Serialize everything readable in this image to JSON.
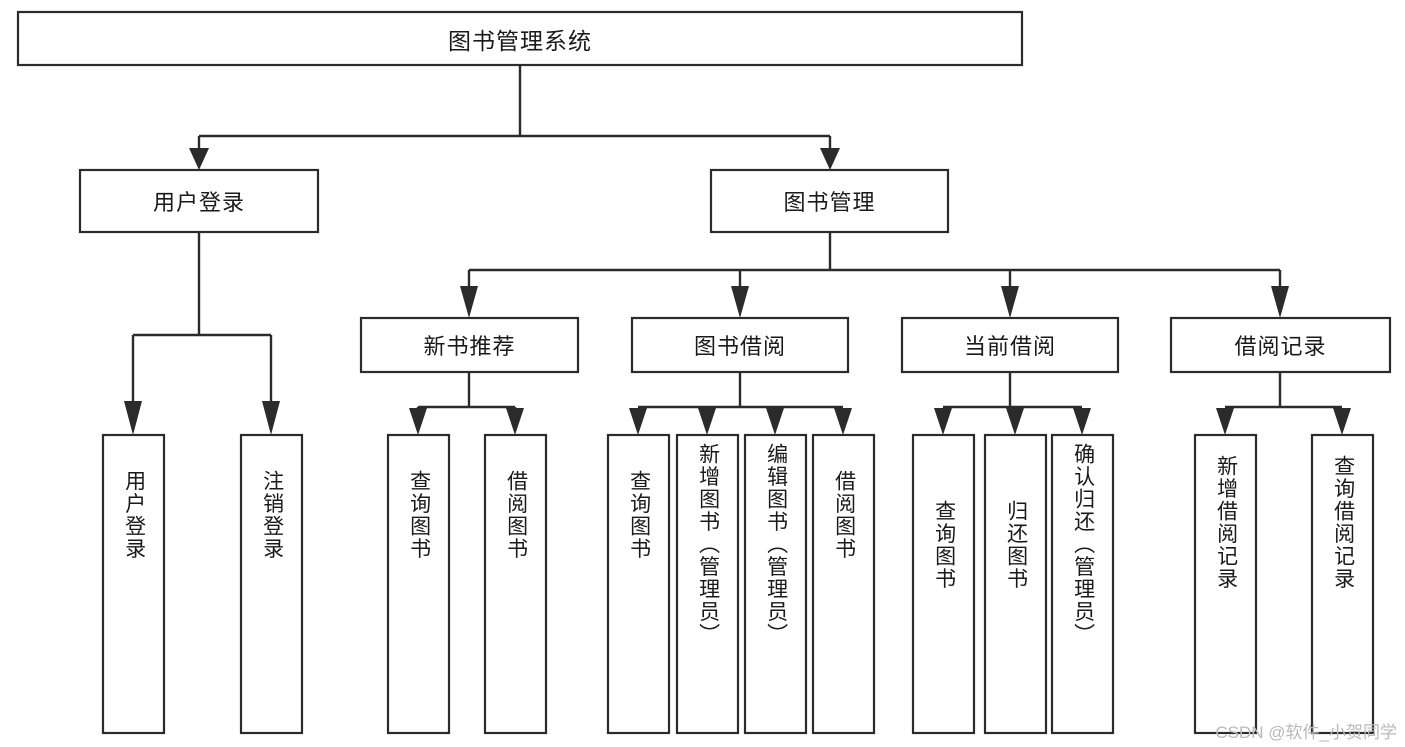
{
  "meta": {
    "title": "图书管理系统 功能结构图",
    "watermark": "CSDN @软件_小贺同学",
    "colors": {
      "stroke": "#2b2b2b",
      "box_fill": "#ffffff",
      "text": "#1a1a1a",
      "background": "#ffffff",
      "watermark": "#b9b9b9"
    }
  },
  "chart_data": {
    "type": "diagram",
    "diagram_kind": "tree-hierarchy",
    "title": "图书管理系统",
    "orientation": "top-down",
    "levels": 4,
    "nodes": [
      {
        "id": "root",
        "label": "图书管理系统",
        "level": 0,
        "parent": null
      },
      {
        "id": "login",
        "label": "用户登录",
        "level": 1,
        "parent": "root"
      },
      {
        "id": "bookmgmt",
        "label": "图书管理",
        "level": 1,
        "parent": "root"
      },
      {
        "id": "login-user",
        "label": "用户登录",
        "level": 2,
        "parent": "login"
      },
      {
        "id": "login-logout",
        "label": "注销登录",
        "level": 2,
        "parent": "login"
      },
      {
        "id": "newbook",
        "label": "新书推荐",
        "level": 2,
        "parent": "bookmgmt"
      },
      {
        "id": "borrow",
        "label": "图书借阅",
        "level": 2,
        "parent": "bookmgmt"
      },
      {
        "id": "current",
        "label": "当前借阅",
        "level": 2,
        "parent": "bookmgmt"
      },
      {
        "id": "record",
        "label": "借阅记录",
        "level": 2,
        "parent": "bookmgmt"
      },
      {
        "id": "newbook-query",
        "label": "查询图书",
        "level": 3,
        "parent": "newbook"
      },
      {
        "id": "newbook-borrow",
        "label": "借阅图书",
        "level": 3,
        "parent": "newbook"
      },
      {
        "id": "borrow-query",
        "label": "查询图书",
        "level": 3,
        "parent": "borrow"
      },
      {
        "id": "borrow-add",
        "label": "新增图书（管理员）",
        "level": 3,
        "parent": "borrow"
      },
      {
        "id": "borrow-edit",
        "label": "编辑图书（管理员）",
        "level": 3,
        "parent": "borrow"
      },
      {
        "id": "borrow-lend",
        "label": "借阅图书",
        "level": 3,
        "parent": "borrow"
      },
      {
        "id": "current-query",
        "label": "查询图书",
        "level": 3,
        "parent": "current"
      },
      {
        "id": "current-return",
        "label": "归还图书",
        "level": 3,
        "parent": "current"
      },
      {
        "id": "current-confirm",
        "label": "确认归还（管理员）",
        "level": 3,
        "parent": "current"
      },
      {
        "id": "record-add",
        "label": "新增借阅记录",
        "level": 3,
        "parent": "record"
      },
      {
        "id": "record-query",
        "label": "查询借阅记录",
        "level": 3,
        "parent": "record"
      }
    ]
  },
  "nodes": {
    "root": {
      "label": "图书管理系统"
    },
    "login": {
      "label": "用户登录"
    },
    "bookmgmt": {
      "label": "图书管理"
    },
    "login_user": {
      "label": "用户登录"
    },
    "login_logout": {
      "label": "注销登录"
    },
    "newbook": {
      "label": "新书推荐"
    },
    "borrow": {
      "label": "图书借阅"
    },
    "current": {
      "label": "当前借阅"
    },
    "record": {
      "label": "借阅记录"
    },
    "newbook_query": {
      "label": "查询图书"
    },
    "newbook_borrow": {
      "label": "借阅图书"
    },
    "borrow_query": {
      "label": "查询图书"
    },
    "borrow_add": {
      "label": "新增图书（管理员）"
    },
    "borrow_edit": {
      "label": "编辑图书（管理员）"
    },
    "borrow_lend": {
      "label": "借阅图书"
    },
    "current_query": {
      "label": "查询图书"
    },
    "current_return": {
      "label": "归还图书"
    },
    "current_confirm": {
      "label": "确认归还（管理员）"
    },
    "record_add": {
      "label": "新增借阅记录"
    },
    "record_query": {
      "label": "查询借阅记录"
    }
  }
}
